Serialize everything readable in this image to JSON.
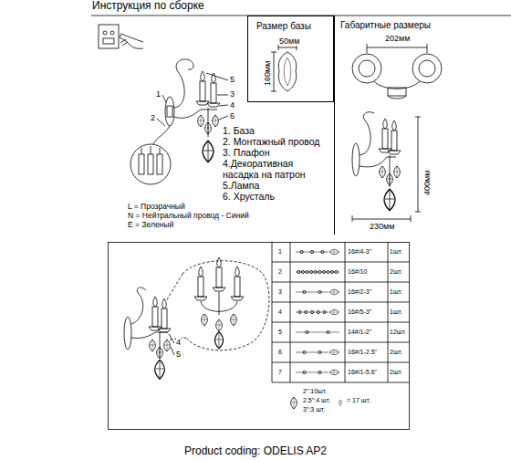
{
  "diagram": {
    "title": "Инструкция по сборке",
    "caption": "Product coding: ODELIS AP2",
    "nodes": [
      {
        "text": [
          "Размер базы",
          "50мм",
          "160мм"
        ]
      },
      {
        "text": [
          "Габаритные размеры",
          "202мм",
          "400мм",
          "230мм"
        ]
      }
    ],
    "labels": [
      "1",
      "2",
      "5",
      "3",
      "4",
      "6",
      "1. База",
      "2. Монтажный провод",
      "3. Плафон",
      "4.Декоративная насадка на патрон",
      "5.Лампа",
      "6. Хрусталь",
      "L = Прозрачный",
      "N = Нейтральный провод - Синий",
      "E = Зеленый",
      "4",
      "5",
      "1",
      "16#/4-3\"",
      "1шт.",
      "2",
      "16#/10",
      "2шт.",
      "3",
      "16#/2-3\"",
      "1шт.",
      "4",
      "16#/5-3\"",
      "1шт.",
      "5",
      "14#/1-2\"",
      "12шт.",
      "6",
      "16#/1-2.5\"",
      "2шт.",
      "7",
      "16#/1-5.6\"",
      "2шт.",
      "2\":10шт.",
      "2.5\":4 шт.",
      "3\":3 шт.",
      "= 17 шт."
    ]
  }
}
